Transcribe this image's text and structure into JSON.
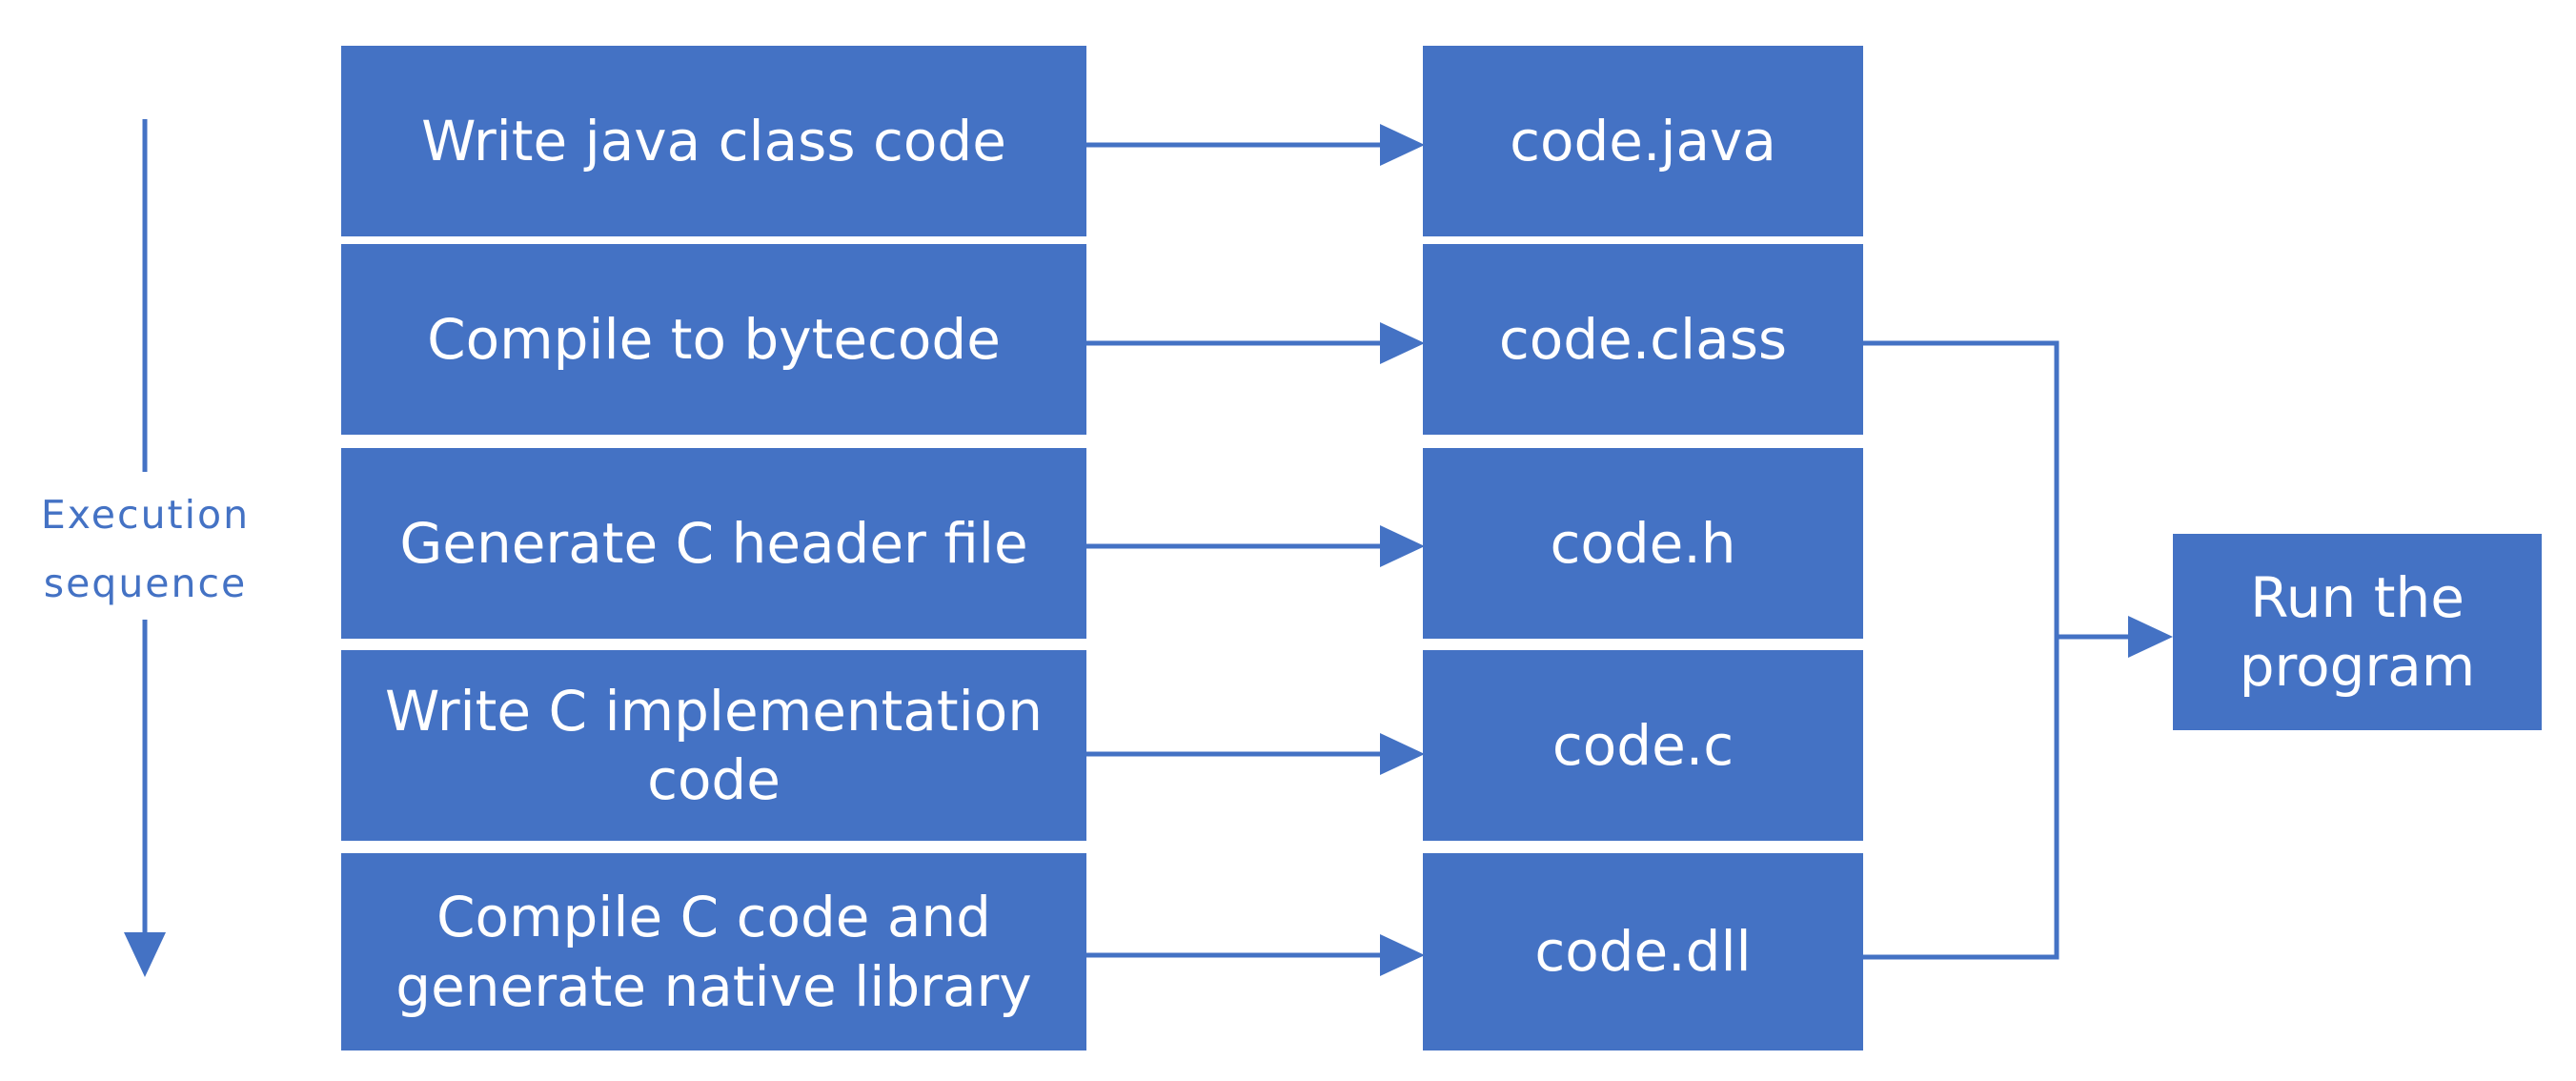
{
  "execution_label": {
    "line1": "Execution",
    "line2": "sequence"
  },
  "steps": [
    {
      "label": "Write java class code"
    },
    {
      "label": "Compile to bytecode"
    },
    {
      "label": "Generate C header file"
    },
    {
      "label": "Write C implementation\ncode"
    },
    {
      "label": "Compile C code and\ngenerate native library"
    }
  ],
  "files": [
    {
      "label": "code.java"
    },
    {
      "label": "code.class"
    },
    {
      "label": "code.h"
    },
    {
      "label": "code.c"
    },
    {
      "label": "code.dll"
    }
  ],
  "run_box": {
    "label": "Run the\nprogram"
  },
  "colors": {
    "box_fill": "#4472c4",
    "box_text": "#ffffff",
    "arrow": "#4472c4",
    "background": "#ffffff"
  },
  "icons": {
    "arrow_head": "triangle",
    "sequence_arrow": "down-arrow"
  }
}
